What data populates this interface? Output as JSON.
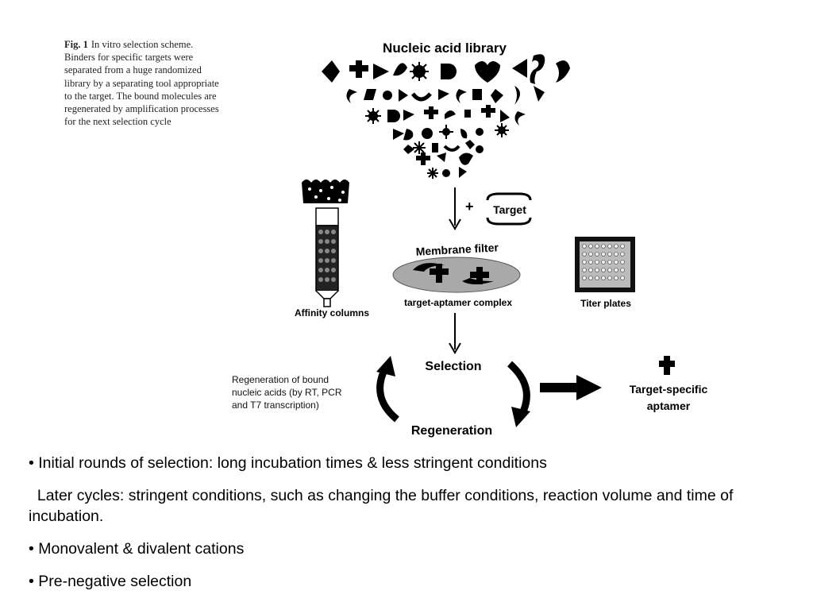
{
  "caption": {
    "label": "Fig. 1",
    "text": "In vitro selection scheme. Binders for specific targets were separated from a huge randomized library by a separating tool appropriate to the target. The bound molecules are regenerated by amplification processes for the next selection cycle"
  },
  "diagram": {
    "library_title": "Nucleic acid library",
    "plus": "+",
    "target": "Target",
    "membrane_filter": "Membrane filter",
    "complex": "target-aptamer complex",
    "affinity_columns": "Affinity columns",
    "titer_plates": "Titer plates",
    "selection": "Selection",
    "regeneration": "Regeneration",
    "regen_note": [
      "Regeneration of bound",
      "nucleic acids (by RT, PCR",
      "and T7 transcription)"
    ],
    "result": [
      "Target-specific",
      "aptamer"
    ]
  },
  "bullets": [
    "• Initial rounds of selection: long incubation times & less stringent conditions",
    "  Later cycles: stringent conditions, such as changing the buffer conditions, reaction volume and time of incubation.",
    "• Monovalent & divalent cations",
    "• Pre-negative selection"
  ],
  "colors": {
    "filter_disc": "#a9a9a9",
    "ink": "#000000"
  }
}
